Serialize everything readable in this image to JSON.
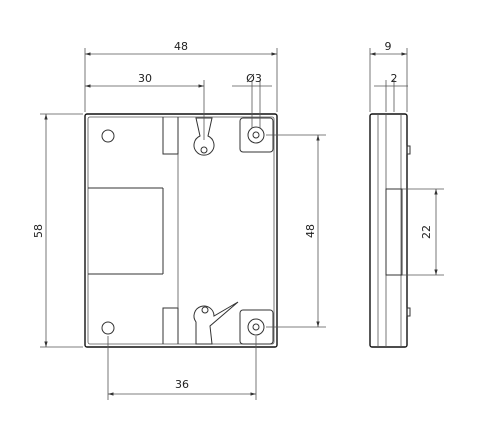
{
  "dimensions": {
    "width_total": "48",
    "offset_30": "30",
    "hole_diameter": "Ø3",
    "height_total": "58",
    "hole_spacing_vertical": "48",
    "hole_spacing_horizontal": "36",
    "side_thickness": "9",
    "side_inner": "2",
    "side_slot": "22"
  }
}
